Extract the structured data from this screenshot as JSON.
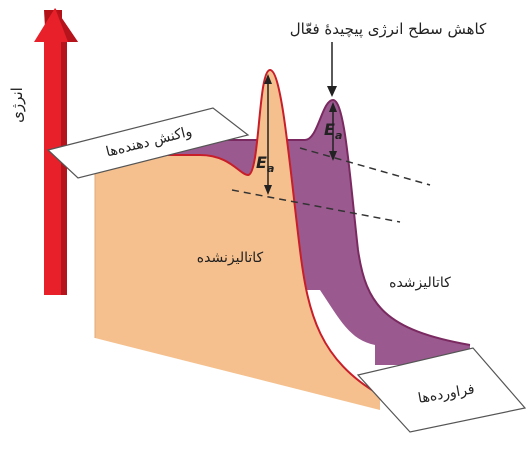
{
  "axis": {
    "energy_label": "انرژی"
  },
  "labels": {
    "activated_complex_lowering": "کاهش سطح انرژی پیچیدهٔ فعّال",
    "reactants": "واکنش دهنده‌ها",
    "products": "فراورده‌ها",
    "uncatalyzed": "کاتالیزنشده",
    "catalyzed": "کاتالیزشده",
    "ea_symbol": "E",
    "ea_subscript": "a"
  },
  "colors": {
    "arrow_red": "#e8202a",
    "uncatalyzed_fill": "#f5c08e",
    "catalyzed_fill": "#9a5a8f",
    "curve_stroke": "#c81e2a",
    "background": "#ffffff"
  }
}
